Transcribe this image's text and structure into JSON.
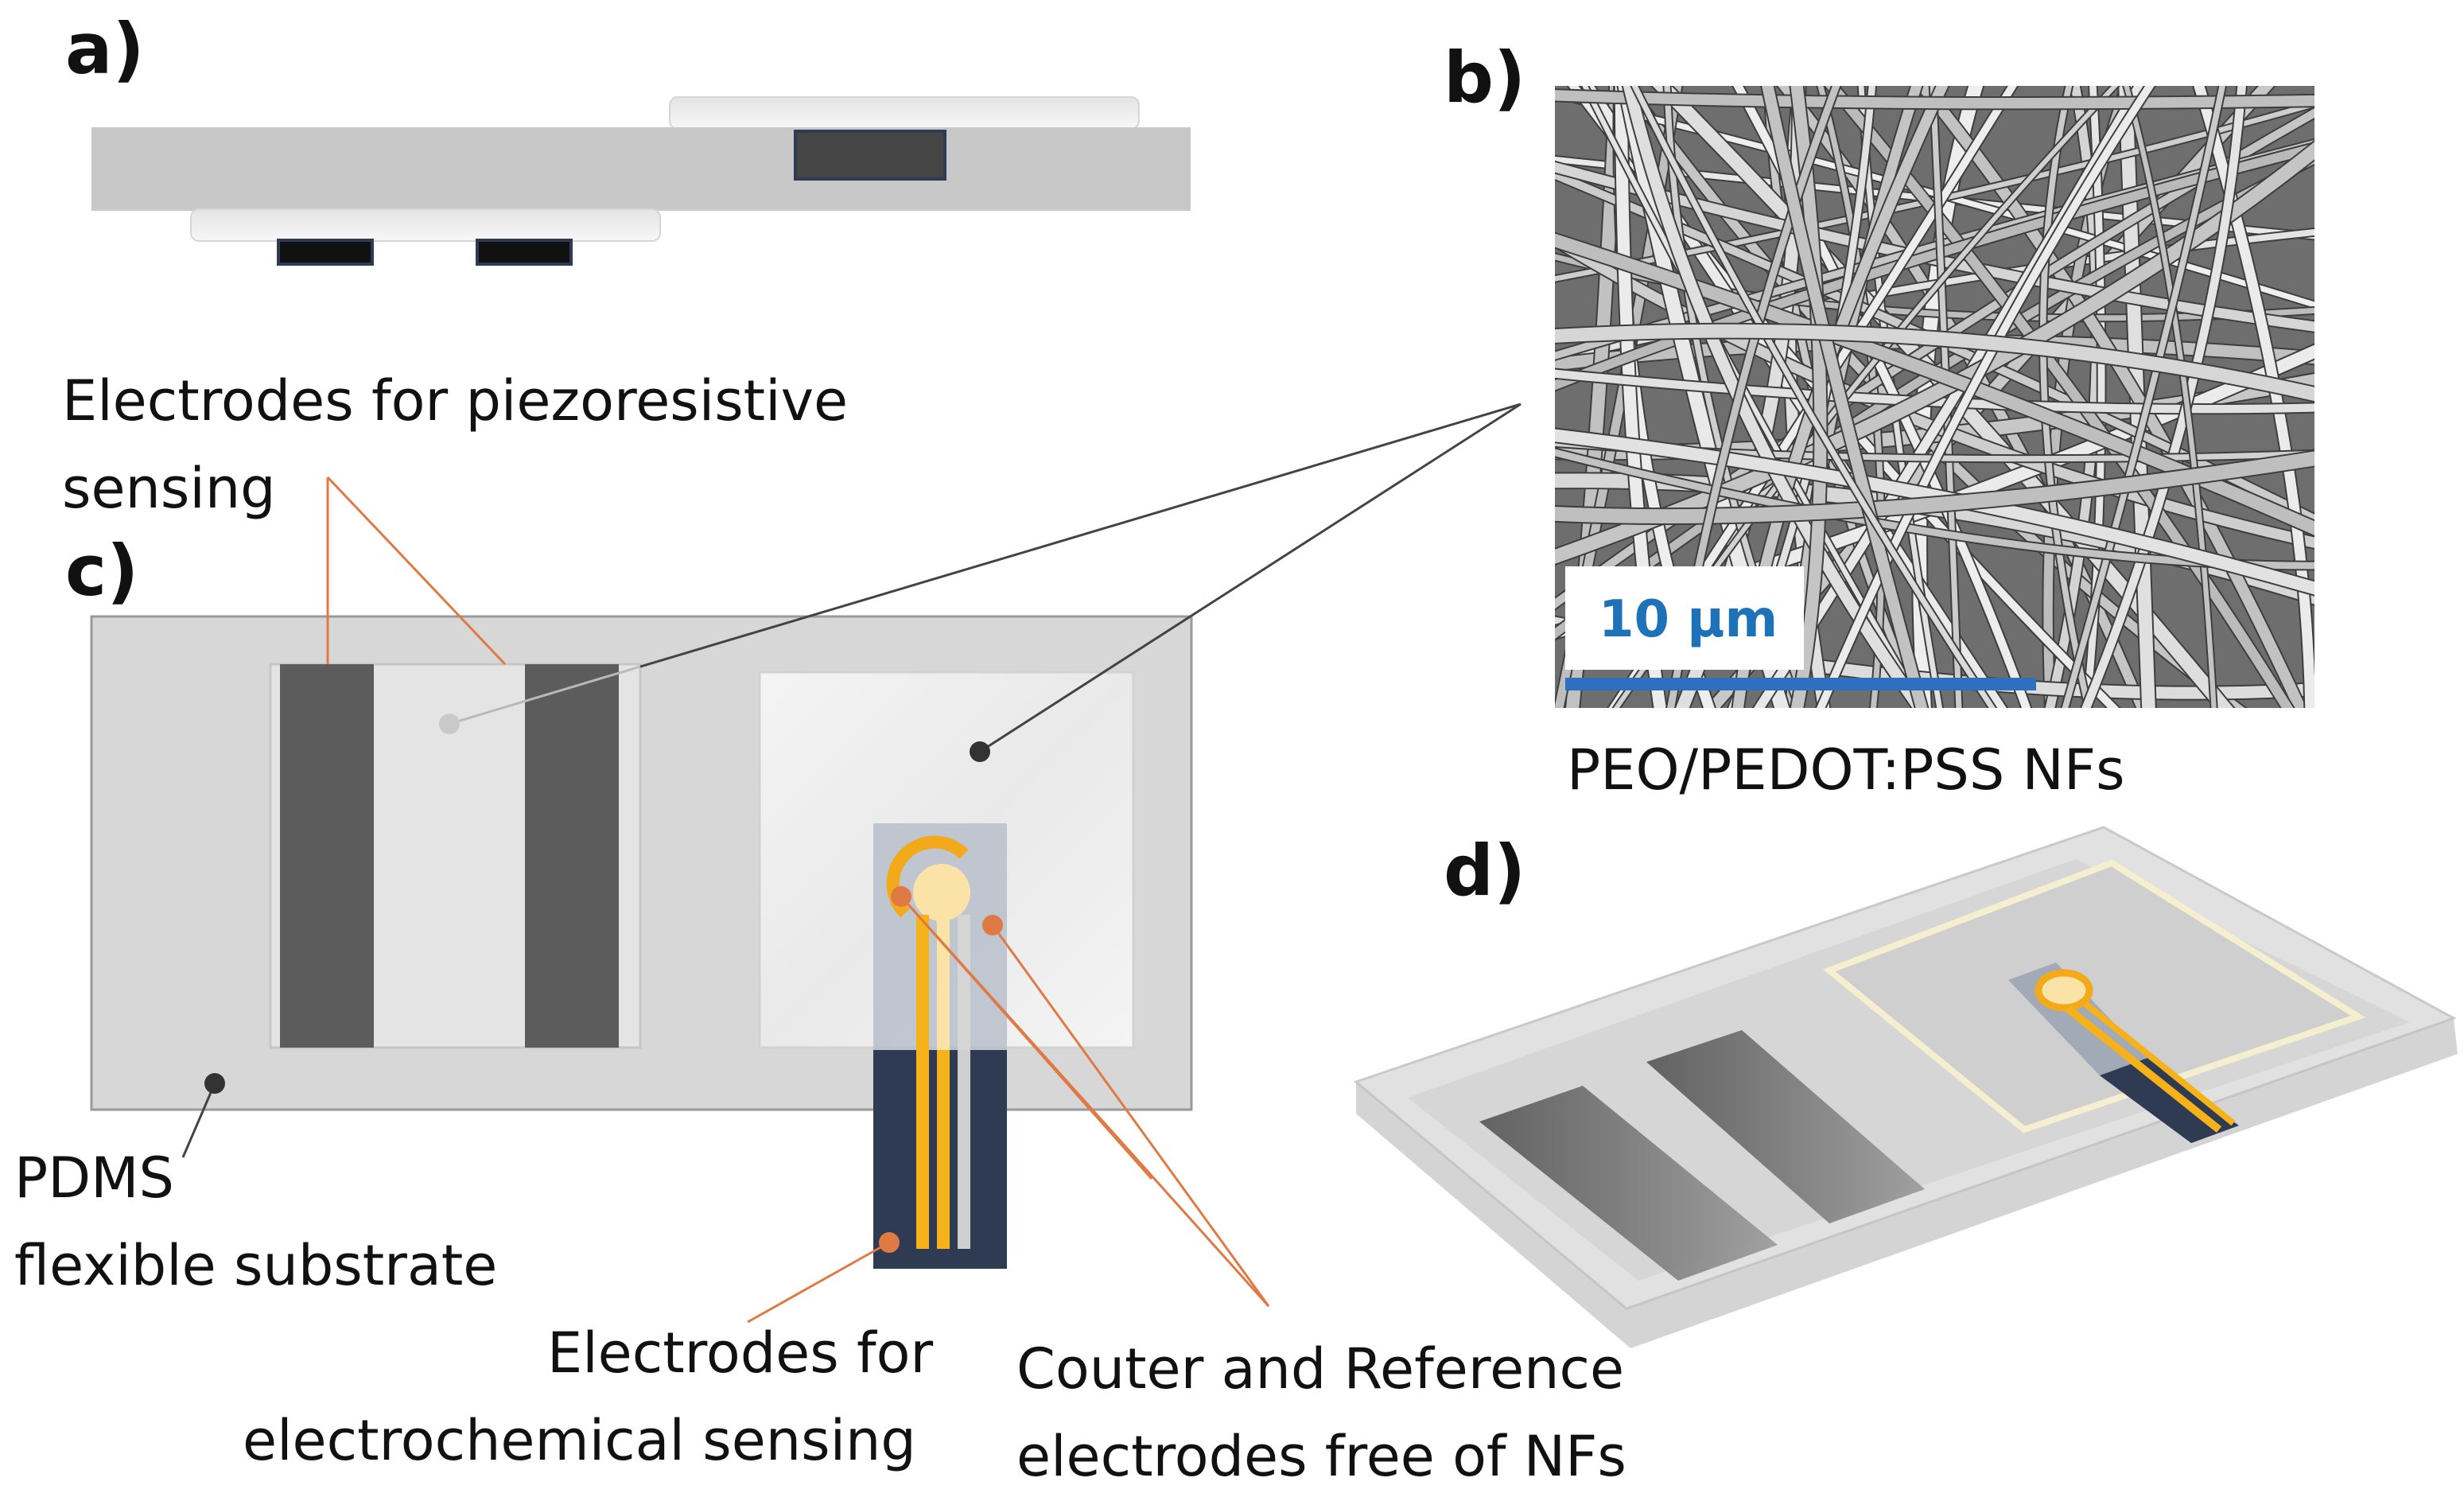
{
  "panels": {
    "a": "a)",
    "b": "b)",
    "c": "c)",
    "d": "d)"
  },
  "labels": {
    "piezo_line1": "Electrodes for piezoresistive",
    "piezo_line2": "sensing",
    "pdms_line1": "PDMS",
    "pdms_line2": "flexible substrate",
    "echem_line1": "Electrodes for",
    "echem_line2": "electrochemical sensing",
    "counter_line1": "Couter and Reference",
    "counter_line2": "electrodes free of NFs",
    "nf_caption": "PEO/PEDOT:PSS NFs",
    "scale_bar": "10 µm"
  },
  "colors": {
    "substrate": "#cbcbcb",
    "substrate_light": "#dcdcdc",
    "nf_mat": "#eeeeee",
    "electrode_dark": "#5a5a5a",
    "electrode_cross": "#3a3a3a",
    "gold": "#f5b21a",
    "gold_light": "#fbe0a0",
    "navy": "#2f3b52",
    "leader": "#e07a45",
    "leader_dark": "#444444",
    "scale_blue": "#2f6fbf",
    "sem_bg": "#6a6a6a"
  }
}
